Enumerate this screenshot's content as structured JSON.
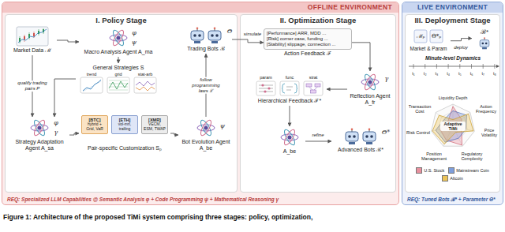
{
  "diagram": {
    "caption": "Figure 1: Architecture of the proposed TiMi system comprising three stages: policy, optimization,",
    "nodes": [
      {
        "text": [
          "OFFLINE ENVIRONMENT",
          "REQ: Specialized LLM Capabilities @ Semantic Analysis φ + Code Programming ψ + Mathematical Reasoning γ"
        ]
      },
      {
        "text": [
          "I. Policy Stage"
        ],
        "in": 0
      },
      {
        "text": [
          "II. Optimization Stage"
        ],
        "in": 0
      },
      {
        "text": [
          "LIVE ENVIRONMENT",
          "REQ: Tuned Bots ℬ* + Parameter Θ*"
        ]
      },
      {
        "text": [
          "III. Deployment Stage"
        ],
        "in": 3
      },
      {
        "text": [
          "Market Data ℳ"
        ],
        "in": 1
      },
      {
        "text": [
          "Macro Analysis Agent A_ma"
        ],
        "in": 1
      },
      {
        "text": [
          "General Strategies S"
        ],
        "in": 1
      },
      {
        "text": [
          "Strategy Adaptation Agent A_sa"
        ],
        "in": 1
      },
      {
        "text": [
          "Pair-specific Customization Sₚ"
        ],
        "in": 1
      },
      {
        "text": [
          "[BTC]",
          "hybrid + Grid, VaR"
        ],
        "in": 9
      },
      {
        "text": [
          "[ETH]",
          "vol-mrl, trailing"
        ],
        "in": 9
      },
      {
        "text": [
          "[XMR]",
          "VECM, ESM, TWAP"
        ],
        "in": 9
      },
      {
        "text": [
          "Bot Evolution Agent A_be"
        ],
        "in": 1
      },
      {
        "text": [
          "Trading Bots ℬ"
        ],
        "in": 1
      },
      {
        "text": [
          "[Performance] ARR, MDD ...",
          "[Risk] corner case, funding ...",
          "[Stability] slippage, connection ...",
          "Action Feedback ℱ"
        ],
        "in": 2
      },
      {
        "text": [
          "Reflection Agent A_fr"
        ],
        "in": 2
      },
      {
        "text": [
          "Hierarchical Feedback ℱ*"
        ],
        "in": 2
      },
      {
        "text": [
          "A_be"
        ],
        "in": 2
      },
      {
        "text": [
          "Advanced Bots ℬ*"
        ],
        "in": 2
      },
      {
        "text": [
          "Market & Param"
        ],
        "in": 4
      },
      {
        "text": [
          "ℬ*"
        ],
        "in": 4
      },
      {
        "text": [
          "Adaptive TiMi"
        ],
        "in": 4
      }
    ],
    "edges": [
      {
        "from": 5,
        "to": 6,
        "arrow": "to"
      },
      {
        "from": 5,
        "to": 8,
        "label": "qualify trading pairs P",
        "arrow": "to"
      },
      {
        "from": 6,
        "to": 7,
        "arrow": "to"
      },
      {
        "from": 7,
        "to": 8,
        "arrow": "to"
      },
      {
        "from": 8,
        "to": 9,
        "arrow": "to"
      },
      {
        "from": 9,
        "to": 13,
        "arrow": "to"
      },
      {
        "from": 13,
        "to": 14,
        "label": "follow programming laws ℒ",
        "arrow": "to"
      },
      {
        "from": 14,
        "to": 15,
        "label": "simulate",
        "arrow": "to"
      },
      {
        "from": 15,
        "to": 16,
        "arrow": "to"
      },
      {
        "from": 16,
        "to": 17,
        "arrow": "to"
      },
      {
        "from": 17,
        "to": 18,
        "arrow": "to"
      },
      {
        "from": 18,
        "to": 19,
        "label": "refine",
        "arrow": "to"
      },
      {
        "from": 20,
        "to": 21,
        "label": "deploy",
        "arrow": "to"
      }
    ],
    "labels": [
      "φ",
      "ψ",
      "trend",
      "grid",
      "stat-arb",
      "φ",
      "γ",
      "ψ",
      "Θ",
      "γ",
      "param",
      "func",
      "strat",
      "Θ*",
      "ℳₚ",
      "Θ*ₚ",
      "Minute-level Dynamics",
      "t₁",
      "t₂",
      "t₃",
      "t₄",
      "t₅",
      "t₆",
      "t₇",
      "t₈",
      "Liquidity Depth",
      "Action Frequency",
      "Price Volatility",
      "Regulatory Complexity",
      "Position Management",
      "Risk Control",
      "Transaction Cost"
    ],
    "legend": [
      {
        "text": "U.S. Stock",
        "color": "#e8909e"
      },
      {
        "text": "Mainstream Coin",
        "color": "#7f9fdc"
      },
      {
        "text": "Altcoin",
        "color": "#ecc45a"
      }
    ]
  }
}
